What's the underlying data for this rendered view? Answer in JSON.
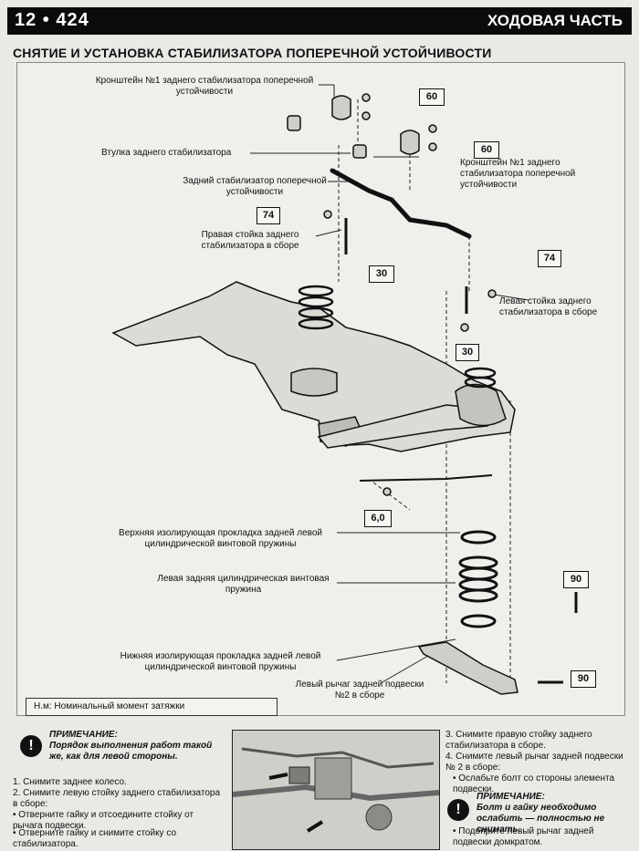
{
  "header": {
    "page_number": "12 • 424",
    "chapter": "ХОДОВАЯ ЧАСТЬ"
  },
  "section_title": "СНЯТИЕ И УСТАНОВКА СТАБИЛИЗАТОРА ПОПЕРЕЧНОЙ УСТОЙЧИВОСТИ",
  "labels": {
    "bracket_left": "Кронштейн №1 заднего стабилизатора поперечной устойчивости",
    "bushing": "Втулка заднего стабилизатора",
    "bracket_right": "Кронштейн №1 заднего стабилизатора поперечной устойчивости",
    "stabilizer": "Задний стабилизатор поперечной устойчивости",
    "right_link": "Правая стойка заднего стабилизатора в сборе",
    "left_link": "Левая стойка заднего стабилизатора в сборе",
    "upper_pad": "Верхняя изолирующая прокладка задней левой цилиндрической винтовой пружины",
    "spring": "Левая задняя цилиндрическая винтовая пружина",
    "lower_pad": "Нижняя изолирующая прокладка задней левой цилиндрической винтовой пружины",
    "lower_arm": "Левый рычаг задней подвески №2 в сборе"
  },
  "torques": {
    "t60a": "60",
    "t60b": "60",
    "t74a": "74",
    "t30a": "30",
    "t74b": "74",
    "t30b": "30",
    "t6": "6,0",
    "t90a": "90",
    "t90b": "90"
  },
  "legend": "Н.м: Номинальный момент затяжки",
  "note1": {
    "icon": "!",
    "title": "ПРИМЕЧАНИЕ:",
    "text": "Порядок выполнения работ такой же, как для левой стороны."
  },
  "steps_left": {
    "s1": "1. Снимите заднее колесо.",
    "s2": "2. Снимите левую стойку заднего стабилизатора в сборе:",
    "b1": "• Отверните гайку и отсоедините стойку от рычага подвески.",
    "b2": "• Отверните гайку и снимите стойку со стабилизатора."
  },
  "steps_right": {
    "s3": "3. Снимите правую стойку заднего стабилизатора в сборе.",
    "s4": "4. Снимите левый рычаг задней подвески № 2 в сборе:",
    "b1": "• Ослабьте болт со стороны элемента подвески.",
    "b2": "• Подоприте левый рычаг задней подвески домкратом."
  },
  "note2": {
    "icon": "!",
    "title": "ПРИМЕЧАНИЕ:",
    "text": "Болт и гайку необходимо ослабить — полностью не снимать."
  }
}
